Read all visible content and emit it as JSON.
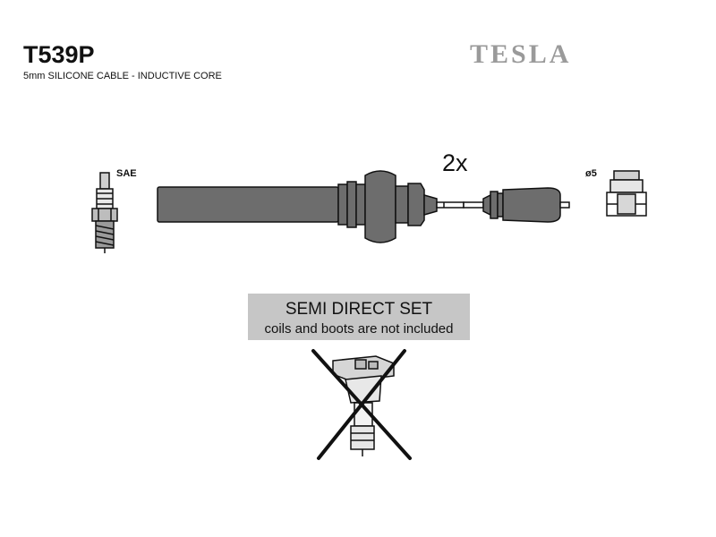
{
  "header": {
    "part_number": "T539P",
    "description": "5mm SILICONE CABLE - INDUCTIVE CORE",
    "brand_logo_text": "TESLA"
  },
  "diagram": {
    "spark_plug_label": "SAE",
    "quantity_label": "2x",
    "terminal_label": "ø5"
  },
  "notice": {
    "title": "SEMI DIRECT SET",
    "note": "coils and boots are not included"
  },
  "colors": {
    "cable_fill": "#6d6d6d",
    "line": "#111111",
    "notice_box": "#c6c6c6",
    "brand": "#9a9a9a"
  }
}
